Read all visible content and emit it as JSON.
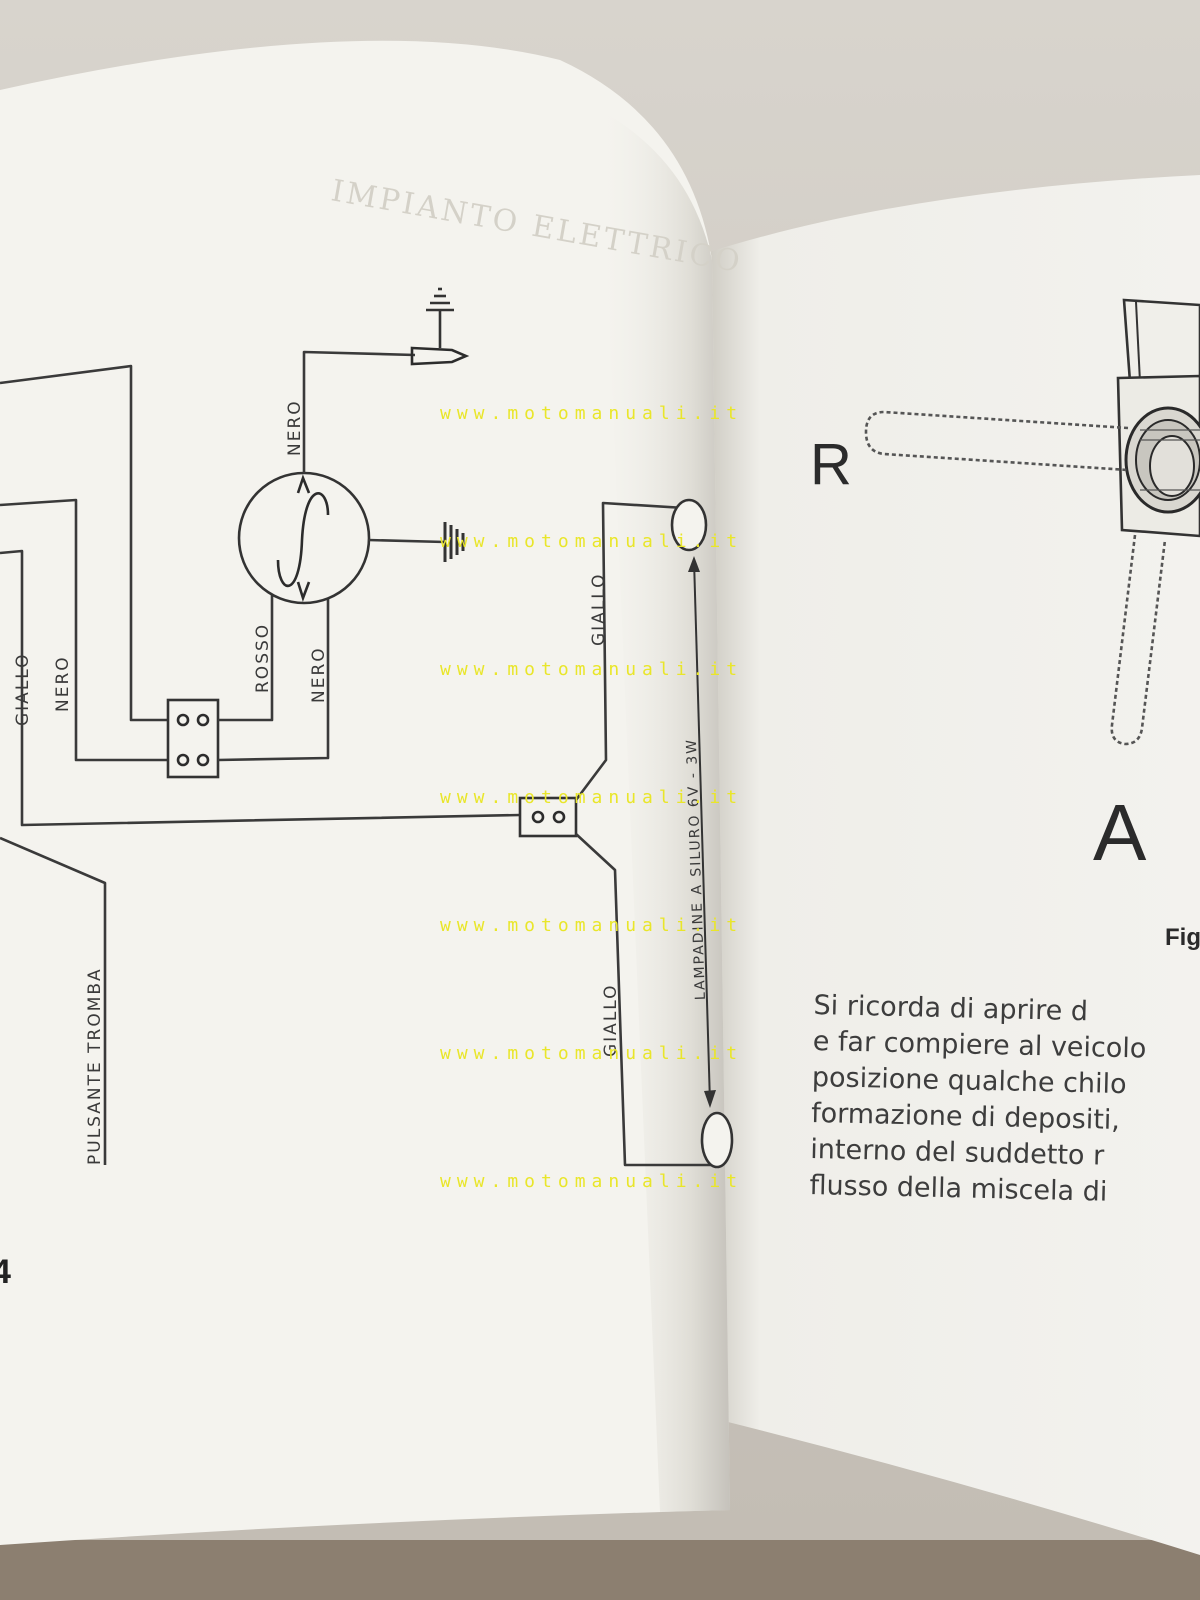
{
  "diagram": {
    "wire_labels": {
      "nero_top": "NERO",
      "giallo_right_top": "GIALLO",
      "rosso": "ROSSO",
      "nero_mid": "NERO",
      "giallo_left": "GIALLO",
      "nero_left": "NERO",
      "giallo_right_bottom": "GIALLO",
      "lampadine": "LAMPADINE A SILURO  6V - 3W",
      "pulsante": "PULSANTE TROMBA"
    },
    "page_number": "4"
  },
  "figure": {
    "letter_r": "R",
    "letter_a": "A",
    "caption": "Fig"
  },
  "text": {
    "lines": [
      "Si ricorda di aprire d",
      "e far compiere al veicolo",
      "posizione qualche chilo",
      "formazione di depositi,",
      "interno del suddetto r",
      "flusso della miscela di"
    ]
  },
  "watermark": {
    "text": "www.motomanuali.it"
  },
  "colors": {
    "paper_left": "#f4f3ee",
    "paper_right": "#f2f1ec",
    "ink": "#3a3a3a",
    "watermark": "#e9e62a"
  }
}
